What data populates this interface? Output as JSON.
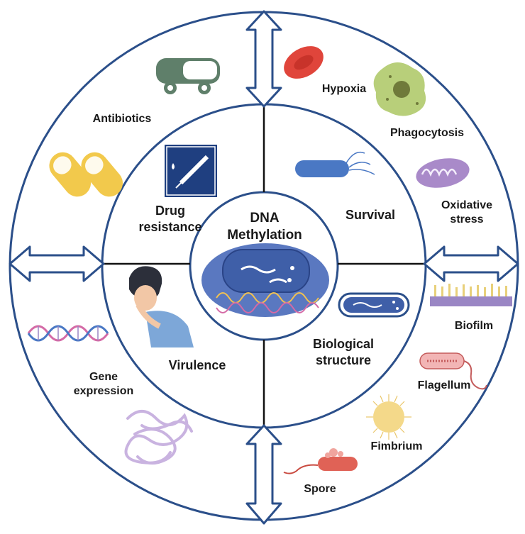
{
  "center": {
    "line1": "DNA",
    "line2": "Methylation"
  },
  "quadrants": {
    "drug_resistance": {
      "line1": "Drug",
      "line2": "resistance"
    },
    "survival": "Survival",
    "virulence": "Virulence",
    "biological_structure": {
      "line1": "Biological",
      "line2": "structure"
    }
  },
  "outer": {
    "antibiotics": "Antibiotics",
    "hypoxia": "Hypoxia",
    "phagocytosis": "Phagocytosis",
    "oxidative_stress": {
      "line1": "Oxidative",
      "line2": "stress"
    },
    "biofilm": "Biofilm",
    "flagellum": "Flagellum",
    "fimbrium": "Fimbrium",
    "spore": "Spore",
    "gene_expression": {
      "line1": "Gene",
      "line2": "expression"
    }
  },
  "colors": {
    "ring": "#2b4f8a",
    "arrow_fill": "#ffffff",
    "center_bacterium": "#3f5fa8",
    "syringe_box": "#1f3f80",
    "pill": "#f2c94c",
    "truck": "#5f7f6a",
    "rbc": "#e0453b",
    "macrophage": "#b8cf7a",
    "mitochondria": "#a98ac9",
    "biofilm": "#9a86c4",
    "dna_helix": "#d46aa6",
    "gene_tangle": "#c9b3e0"
  }
}
